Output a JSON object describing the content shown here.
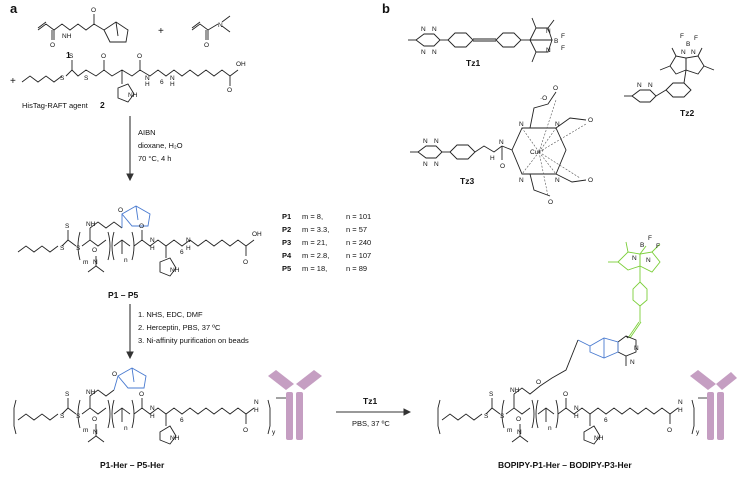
{
  "colors": {
    "accent_blue": "#4a7bd0",
    "accent_green": "#7ccf3a",
    "antibody": "#c59ec2"
  },
  "panels": {
    "a": "a",
    "b": "b"
  },
  "reagents": {
    "m1": "1",
    "m2": "2",
    "plus1": "+",
    "plus2": "+",
    "raft_label": "HisTag-RAFT agent",
    "step1_reagent": "AIBN",
    "step1_solvent": "dioxane, H₂O",
    "step1_cond": "70 °C, 4 h",
    "step2_lines": [
      "1. NHS, EDC, DMF",
      "2. Herceptin, PBS, 37 ºC",
      "3. Ni-affinity purification on beads"
    ],
    "step3_reagent": "Tz1",
    "step3_cond": "PBS, 37 ºC"
  },
  "polymer_table": {
    "rows": [
      {
        "name": "P1",
        "m": "m = 8,",
        "n": "n = 101"
      },
      {
        "name": "P2",
        "m": "m = 3.3,",
        "n": "n = 57"
      },
      {
        "name": "P3",
        "m": "m = 21,",
        "n": "n = 240"
      },
      {
        "name": "P4",
        "m": "m = 2.8,",
        "n": "n = 107"
      },
      {
        "name": "P5",
        "m": "m = 18,",
        "n": "n = 89"
      }
    ]
  },
  "compound_labels": {
    "polymer": "P1 – P5",
    "conjugate": "P1-Her – P5-Her",
    "product": "BOPIPY-P1-Her – BODIPY-P3-Her",
    "tz1": "Tz1",
    "tz2": "Tz2",
    "tz3": "Tz3"
  },
  "atoms": {
    "O": "O",
    "N": "N",
    "H": "H",
    "NH": "NH",
    "S": "S",
    "OH": "OH",
    "B": "B",
    "F": "F",
    "Cu": "Cu²⁺",
    "Ominus": "·O"
  },
  "subscripts": {
    "m": "m",
    "n": "n",
    "six": "6",
    "y": "y"
  }
}
